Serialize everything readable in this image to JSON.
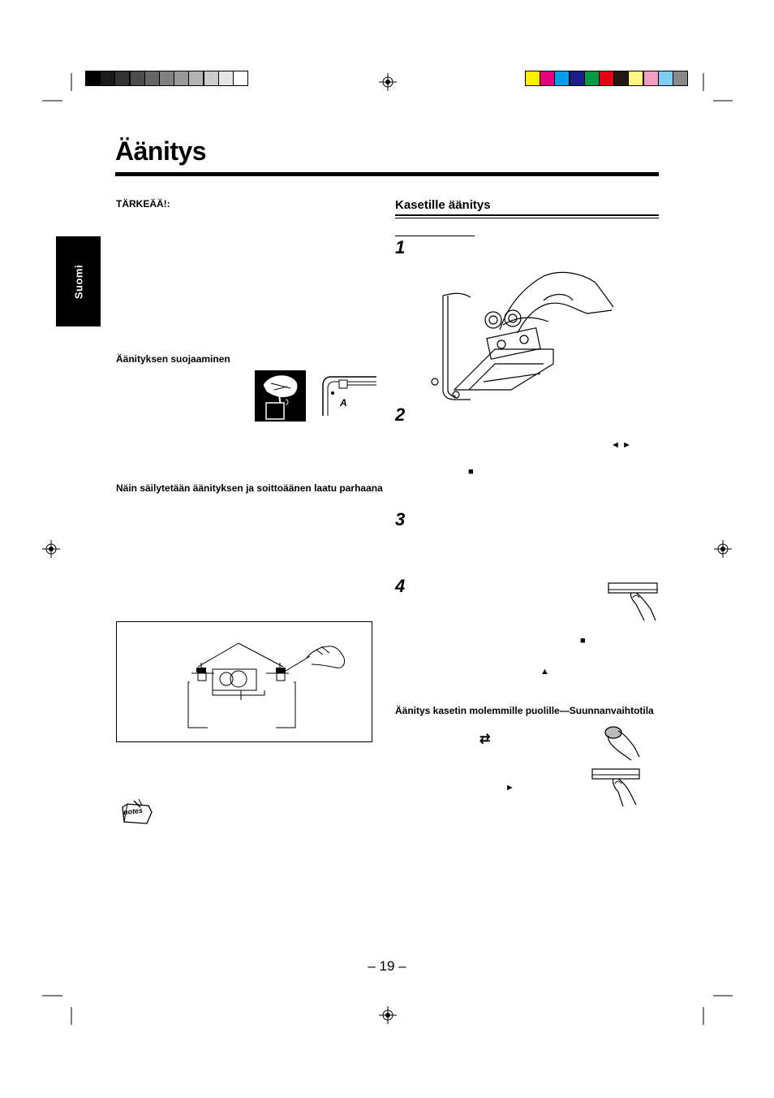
{
  "page": {
    "title": "Äänitys",
    "side_tab": "Suomi",
    "page_number": "– 19 –"
  },
  "left_column": {
    "important_label": "TÄRKEÄÄ!:",
    "protect_heading": "Äänityksen suojaaminen",
    "quality_heading": "Näin säilytetään äänityksen ja soittoäänen laatu parhaana",
    "tab_letter": "A",
    "notes_icon_label": "notes"
  },
  "right_column": {
    "section_heading": "Kasetille äänitys",
    "steps": [
      "1",
      "2",
      "3",
      "4"
    ],
    "subheading": "Äänitys kasetin molemmille puolille—Suunnanvaihtotila"
  },
  "symbols": {
    "play_both": "◄ ►",
    "stop_step2": "■",
    "stop_step4": "■",
    "eject": "▲",
    "reverse_mode": "⇄",
    "play": "►"
  },
  "colors": {
    "gray_bar": [
      "#000000",
      "#1a1a1a",
      "#333333",
      "#4d4d4d",
      "#666666",
      "#808080",
      "#999999",
      "#b3b3b3",
      "#cccccc",
      "#e6e6e6",
      "#ffffff"
    ],
    "color_bar": [
      "#ffef00",
      "#e6007e",
      "#00a0e9",
      "#1d2088",
      "#009944",
      "#e60012",
      "#231815",
      "#fff582",
      "#f19ec2",
      "#7ecef4",
      "#898989"
    ]
  }
}
